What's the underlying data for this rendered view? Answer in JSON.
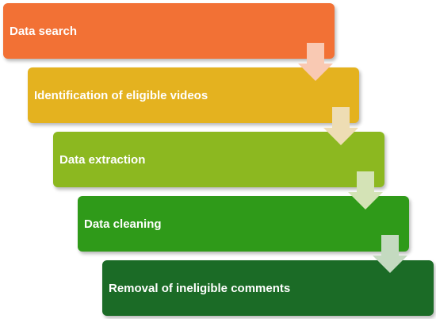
{
  "steps": [
    {
      "label": "Data search",
      "color": "#F27135"
    },
    {
      "label": "Identification of eligible videos",
      "color": "#E4B21F"
    },
    {
      "label": "Data extraction",
      "color": "#8CB820"
    },
    {
      "label": "Data cleaning",
      "color": "#2F9A19"
    },
    {
      "label": "Removal of ineligible comments",
      "color": "#1B6B26"
    }
  ],
  "arrows": [
    {
      "color": "#F9C9B3"
    },
    {
      "color": "#EEDDB4"
    },
    {
      "color": "#D4E3B6"
    },
    {
      "color": "#C4DAC0"
    }
  ]
}
